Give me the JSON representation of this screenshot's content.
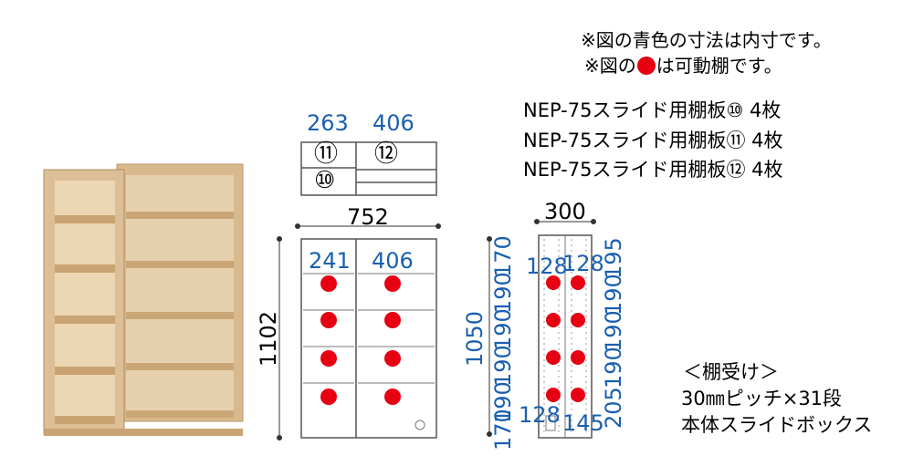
{
  "notes": {
    "line1": "※図の青色の寸法は内寸です。",
    "line2_prefix": "※図の",
    "line2_suffix": "は可動棚です。"
  },
  "shelf_boards": [
    "NEP-75スライド用棚板⑩ 4枚",
    "NEP-75スライド用棚板⑪ 4枚",
    "NEP-75スライド用棚板⑫ 4枚"
  ],
  "top_view": {
    "width_left": "263",
    "width_right": "406",
    "label_11": "⑪",
    "label_12": "⑫",
    "label_10": "⑩"
  },
  "front_view": {
    "outer_width": "752",
    "outer_height": "1102",
    "inner_left": "241",
    "inner_right": "406"
  },
  "side_view": {
    "depth": "300",
    "inner_height": "1050",
    "depth_front": "128",
    "depth_back": "128",
    "bottom_left": "128",
    "bottom_right": "145",
    "left_spacings": [
      "170",
      "190",
      "190",
      "190",
      "190",
      "170"
    ],
    "right_spacings": [
      "195",
      "190",
      "190",
      "190",
      "205"
    ]
  },
  "shelf_support": {
    "title": "＜棚受け＞",
    "pitch": "30㎜ピッチ×31段",
    "box": "本体スライドボックス"
  },
  "colors": {
    "accent_blue": "#1a5fb0",
    "movable_shelf_red": "#e60012",
    "wood": "#dcbf96"
  }
}
